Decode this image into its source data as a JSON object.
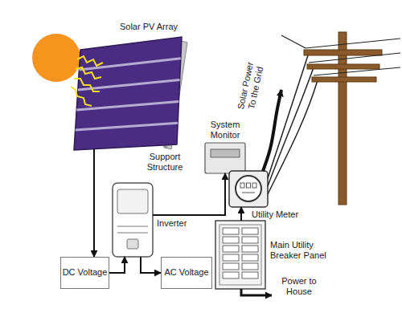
{
  "diagram": {
    "nodes": [
      {
        "text": [
          "Solar PV Array"
        ]
      },
      {
        "text": [
          "System Monitor"
        ]
      },
      {
        "text": [
          "Inverter"
        ]
      },
      {
        "text": [
          "Utility Meter"
        ]
      },
      {
        "text": [
          "Main Utility Breaker Panel"
        ]
      },
      {
        "text": [
          "DC Voltage"
        ]
      },
      {
        "text": [
          "AC Voltage"
        ]
      },
      {
        "text": [
          "Solar Power To the Grid"
        ]
      }
    ],
    "edges": [
      {
        "from": 0,
        "to": 5,
        "arrow": "to"
      },
      {
        "from": 5,
        "to": 2,
        "arrow": "to"
      },
      {
        "from": 2,
        "to": 6,
        "arrow": "to"
      },
      {
        "from": 2,
        "to": 1,
        "arrow": "to"
      },
      {
        "from": 4,
        "to": 3,
        "arrow": "to"
      },
      {
        "from": 3,
        "to": 7,
        "arrow": "to"
      }
    ],
    "labels": [
      "Support Structure",
      "Power to House"
    ]
  }
}
